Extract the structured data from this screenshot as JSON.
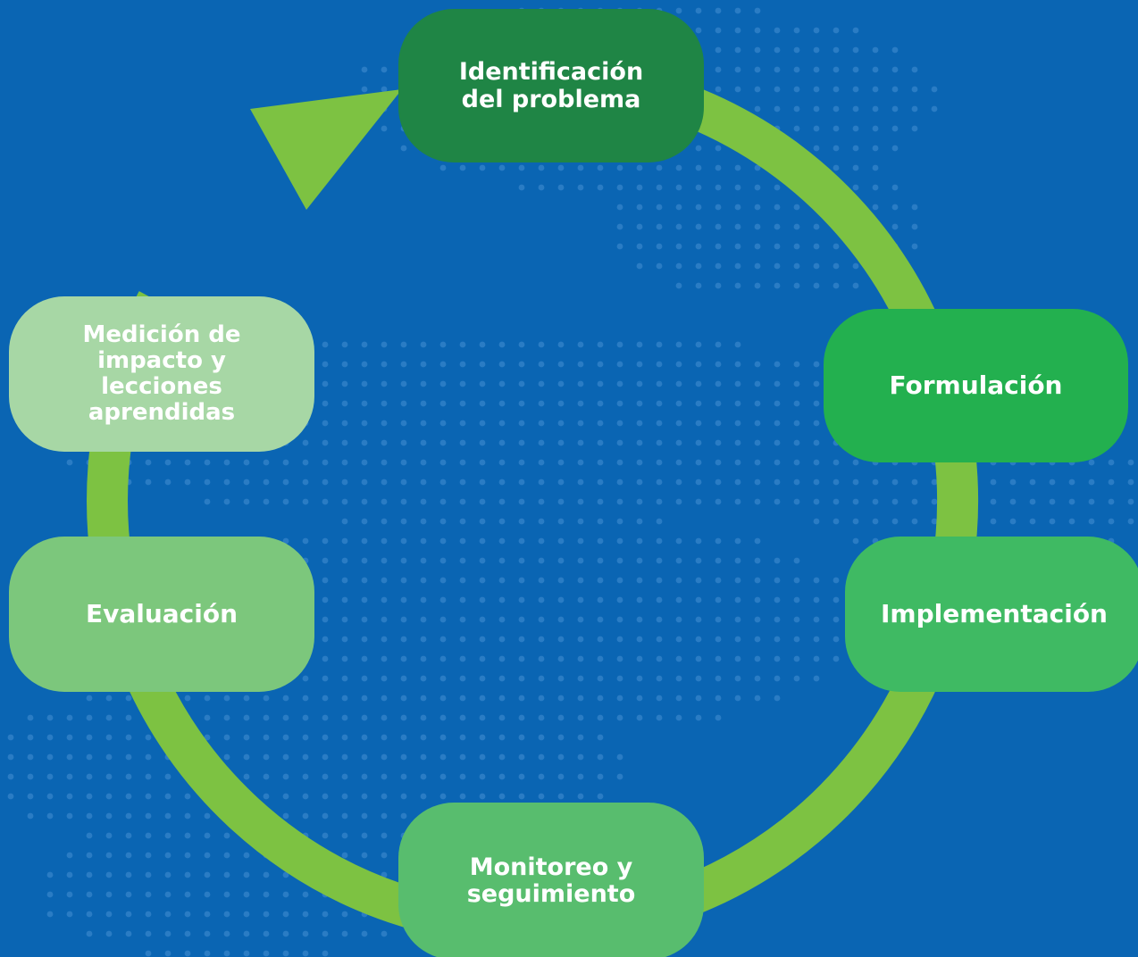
{
  "colors": {
    "background": "#0a65b3",
    "dots": "#2a7cc4",
    "cycle_arrow": "#7dc242"
  },
  "stages": [
    {
      "id": "identificacion",
      "label": "Identificación\ndel problema",
      "color": "#1f8545"
    },
    {
      "id": "formulacion",
      "label": "Formulación",
      "color": "#23b04f"
    },
    {
      "id": "implementacion",
      "label": "Implementación",
      "color": "#3fba63"
    },
    {
      "id": "monitoreo",
      "label": "Monitoreo y\nseguimiento",
      "color": "#58bd6e"
    },
    {
      "id": "evaluacion",
      "label": "Evaluación",
      "color": "#7cc77c"
    },
    {
      "id": "medicion",
      "label": "Medición de\nimpacto y\nlecciones\naprendidas",
      "color": "#a7d7a5"
    }
  ]
}
